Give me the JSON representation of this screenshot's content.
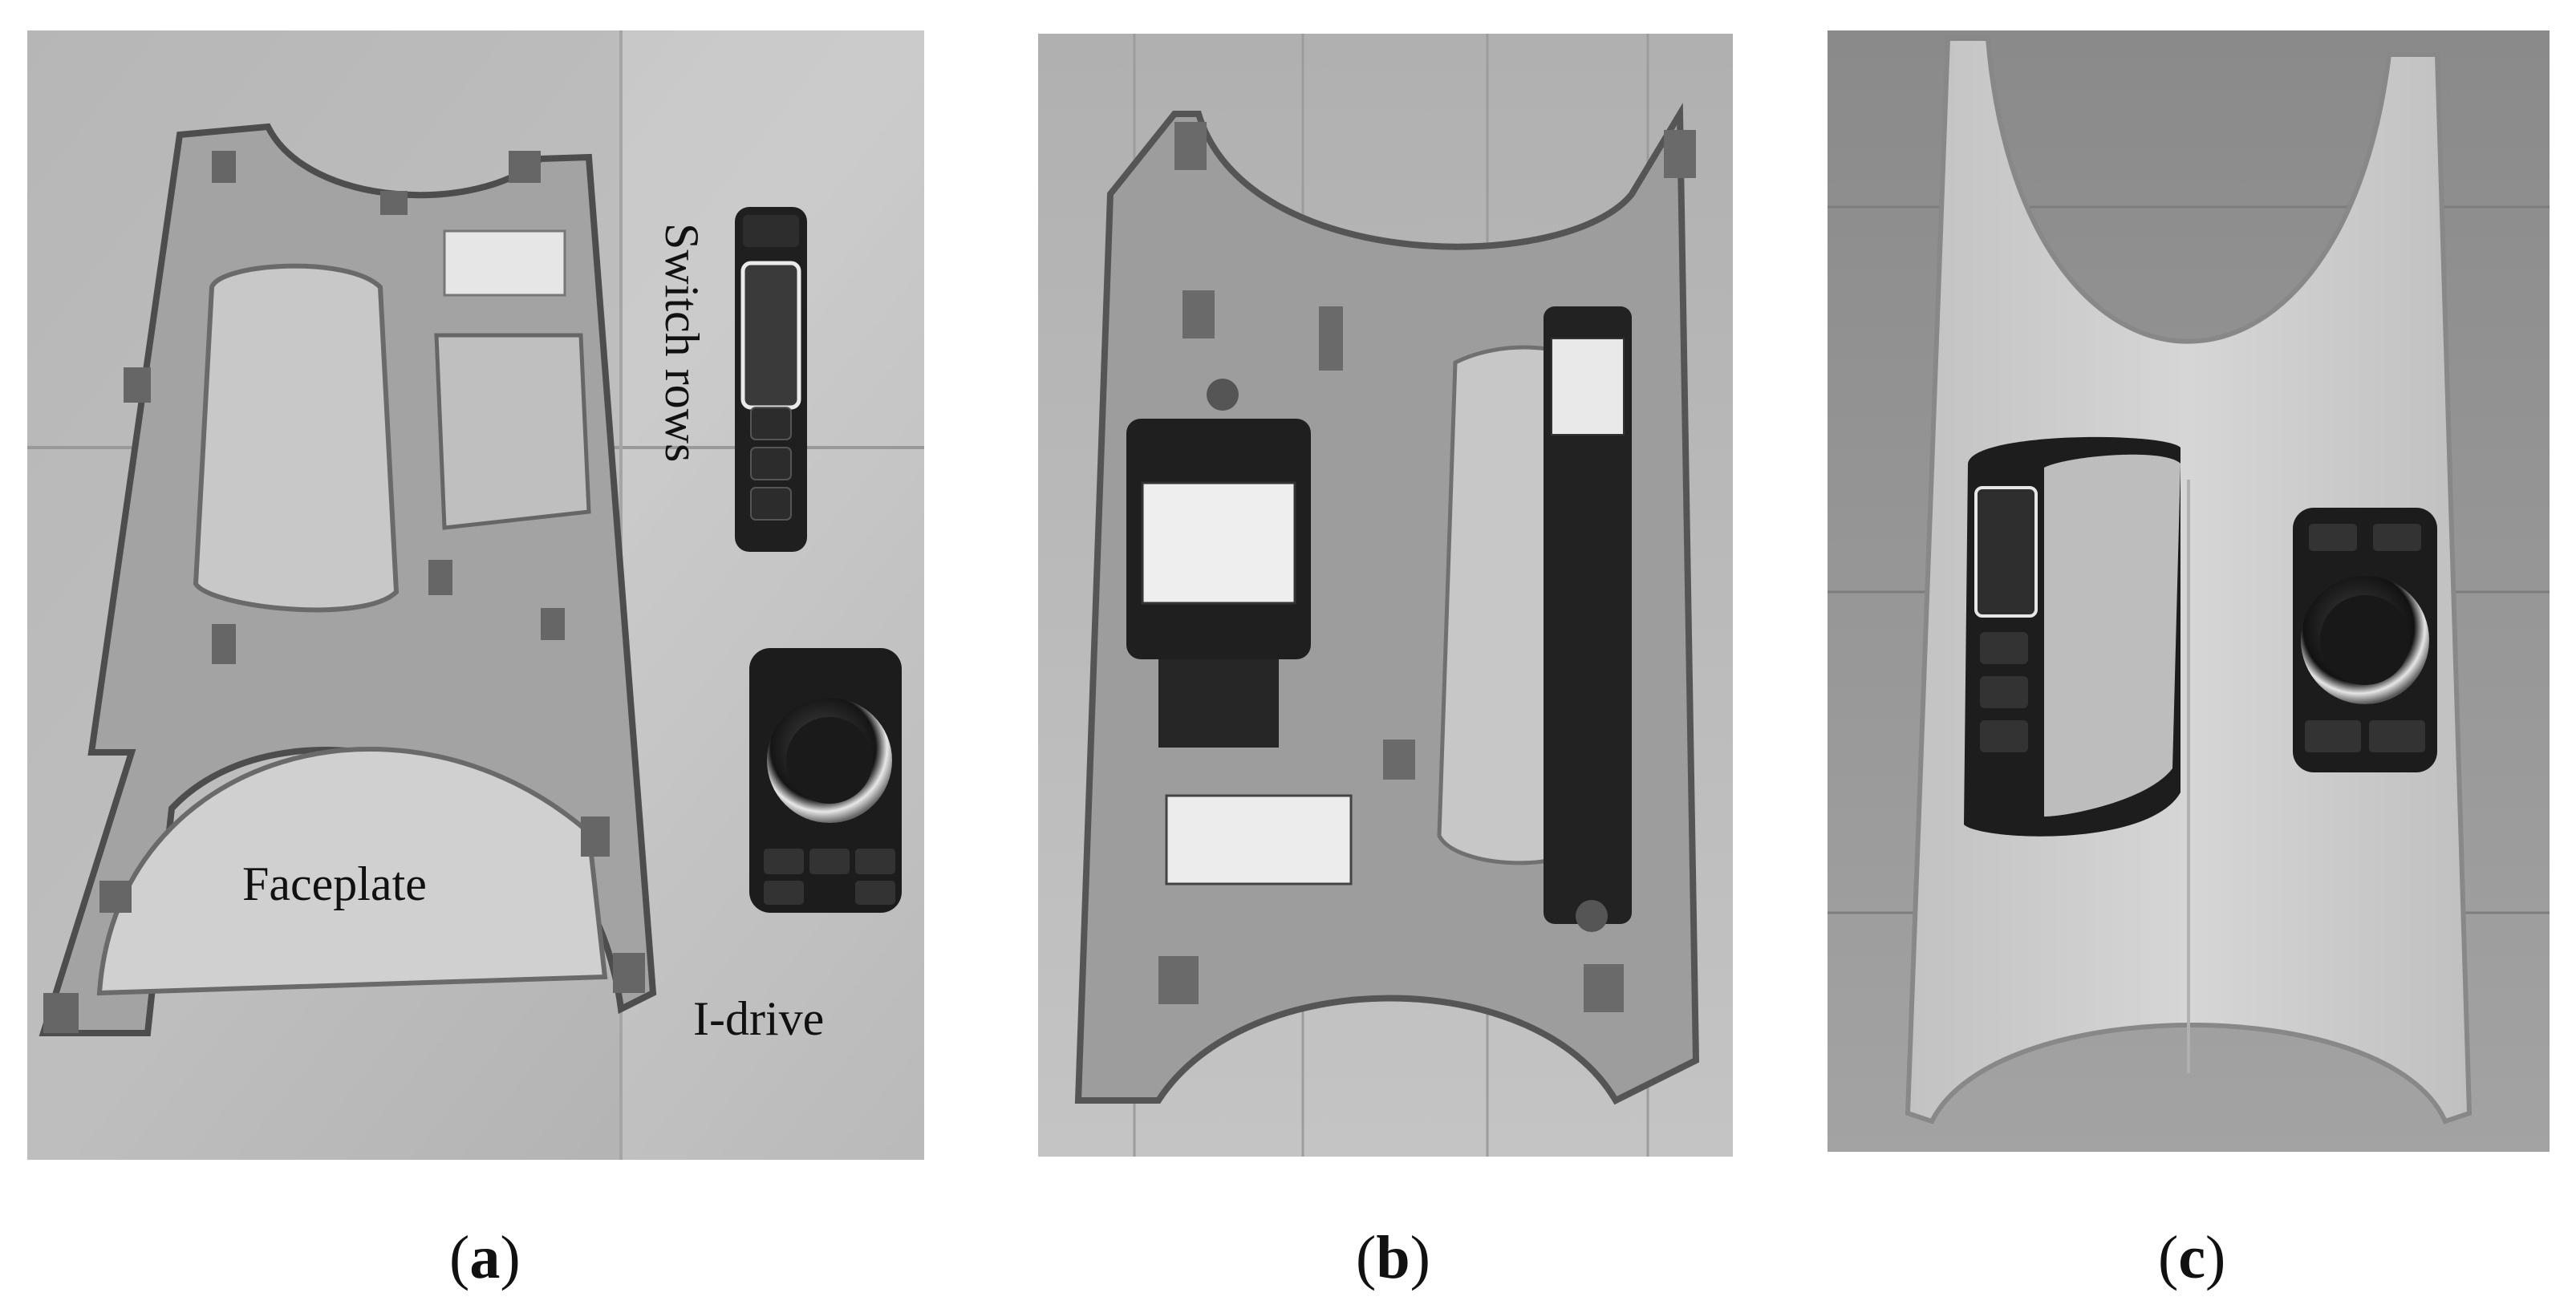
{
  "figure": {
    "panels": [
      {
        "id": "a",
        "caption_open": "(",
        "caption_letter": "a",
        "caption_close": ")"
      },
      {
        "id": "b",
        "caption_open": "(",
        "caption_letter": "b",
        "caption_close": ")"
      },
      {
        "id": "c",
        "caption_open": "(",
        "caption_letter": "c",
        "caption_close": ")"
      }
    ],
    "annotations": {
      "switch_rows": "Switch rows",
      "faceplate": "Faceplate",
      "i_drive": "I-drive"
    }
  },
  "colors": {
    "background": "#ffffff",
    "floor_light": "#bdbdbd",
    "floor_dark": "#8f8f8f",
    "plastic": "#9a9a9a",
    "plastic_dark": "#5a5a5a",
    "module_black": "#1e1e1e",
    "label_white": "#f2f2f2"
  }
}
